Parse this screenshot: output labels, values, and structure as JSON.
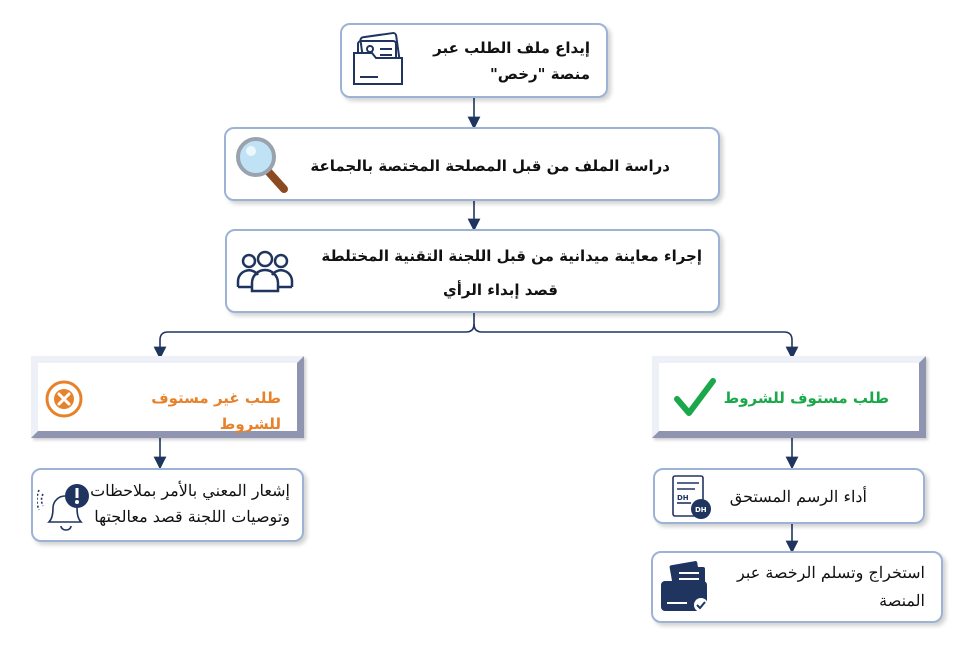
{
  "steps": {
    "submit": "إيداع ملف الطلب عبر منصة \"رخص\"",
    "study": "دراسة الملف من قبل المصلحة المختصة بالجماعة",
    "inspection_line1": "إجراء معاينة ميدانية من قبل اللجنة التقنية المختلطة",
    "inspection_line2": "قصد إبداء الرأي"
  },
  "branches": {
    "rejected": {
      "label": "طلب غير مستوف للشروط",
      "color": "#e8822a",
      "action": "إشعار المعني بالأمر بملاحظات وتوصيات اللجنة قصد معالجتها"
    },
    "accepted": {
      "label": "طلب مستوف للشروط",
      "color": "#1aa84a",
      "action_fee": "أداء الرسم المستحق",
      "action_license": "استخراج وتسلم الرخصة عبر المنصة"
    }
  },
  "colors": {
    "border": "#9db3d6",
    "connector": "#1f3560",
    "icon_navy": "#1f3560"
  },
  "icons": [
    "documents-icon",
    "magnifier-icon",
    "group-icon",
    "x-circle-icon",
    "checkmark-icon",
    "bell-alert-icon",
    "receipt-icon",
    "license-card-icon"
  ]
}
